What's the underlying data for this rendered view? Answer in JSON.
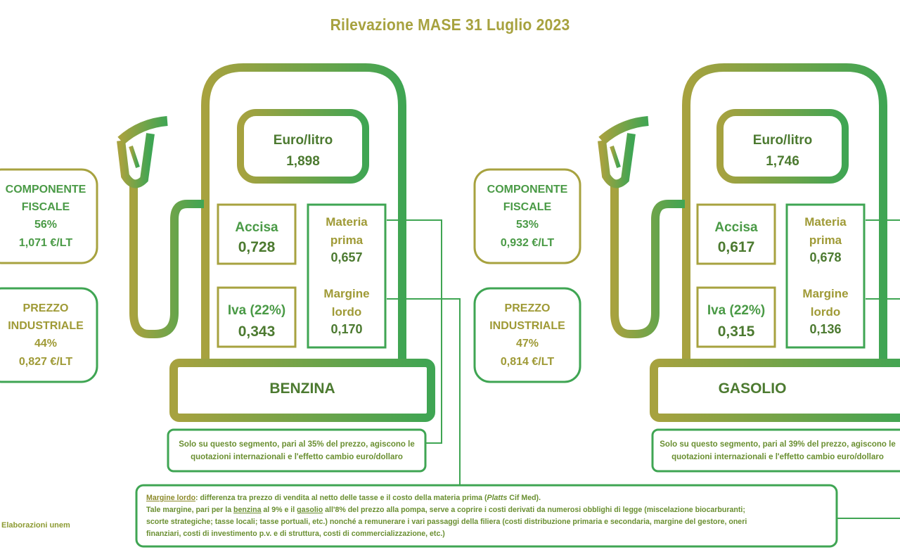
{
  "title": "Rilevazione MASE 31 Luglio 2023",
  "colors": {
    "olive": "#a7a23f",
    "green": "#3fa553",
    "text_dark": "#4c7a30"
  },
  "icons": [
    "fuel-pump-icon",
    "fuel-nozzle-icon"
  ],
  "benzina": {
    "name": "BENZINA",
    "price_label": "Euro/litro",
    "price": "1,898",
    "accisa_label": "Accisa",
    "accisa": "0,728",
    "iva_label": "Iva (22%)",
    "iva": "0,343",
    "materia_label_1": "Materia",
    "materia_label_2": "prima",
    "materia": "0,657",
    "margine_label_1": "Margine",
    "margine_label_2": "lordo",
    "margine": "0,170",
    "fiscale_label_1": "COMPONENTE",
    "fiscale_label_2": "FISCALE",
    "fiscale_pct": "56%",
    "fiscale_value": "1,071 €/LT",
    "industriale_label_1": "PREZZO",
    "industriale_label_2": "INDUSTRIALE",
    "industriale_pct": "44%",
    "industriale_value": "0,827 €/LT",
    "segment_note_1": "Solo su questo segmento, pari al 35% del prezzo, agiscono le",
    "segment_note_2": "quotazioni internazionali e l'effetto cambio euro/dollaro"
  },
  "gasolio": {
    "name": "GASOLIO",
    "price_label": "Euro/litro",
    "price": "1,746",
    "accisa_label": "Accisa",
    "accisa": "0,617",
    "iva_label": "Iva (22%)",
    "iva": "0,315",
    "materia_label_1": "Materia",
    "materia_label_2": "prima",
    "materia": "0,678",
    "margine_label_1": "Margine",
    "margine_label_2": "lordo",
    "margine": "0,136",
    "fiscale_label_1": "COMPONENTE",
    "fiscale_label_2": "FISCALE",
    "fiscale_pct": "53%",
    "fiscale_value": "0,932 €/LT",
    "industriale_label_1": "PREZZO",
    "industriale_label_2": "INDUSTRIALE",
    "industriale_pct": "47%",
    "industriale_value": "0,814 €/LT",
    "segment_note_1": "Solo su questo segmento, pari al 39% del prezzo, agiscono le",
    "segment_note_2": "quotazioni internazionali e l'effetto cambio euro/dollaro"
  },
  "note": {
    "term": "Margine lordo",
    "line1_a": ": differenza tra prezzo di vendita al netto delle tasse e il costo della materia prima (",
    "line1_b": "Platts",
    "line1_c": " Cif Med).",
    "line2_a": "Tale margine, pari per la ",
    "line2_b": "benzina",
    "line2_c": " al 9% e il ",
    "line2_d": "gasolio",
    "line2_e": " all'8% del prezzo alla pompa, serve a coprire i costi derivati da numerosi obblighi di legge (miscelazione biocarburanti;",
    "line3": "scorte strategiche; tasse locali; tasse portuali, etc.) nonché a remunerare i vari passaggi della filiera (costi distribuzione primaria e secondaria, margine del gestore, oneri",
    "line4": "finanziari, costi di investimento p.v. e di struttura, costi di commercializzazione, etc.)"
  },
  "credit": "Elaborazioni unem"
}
